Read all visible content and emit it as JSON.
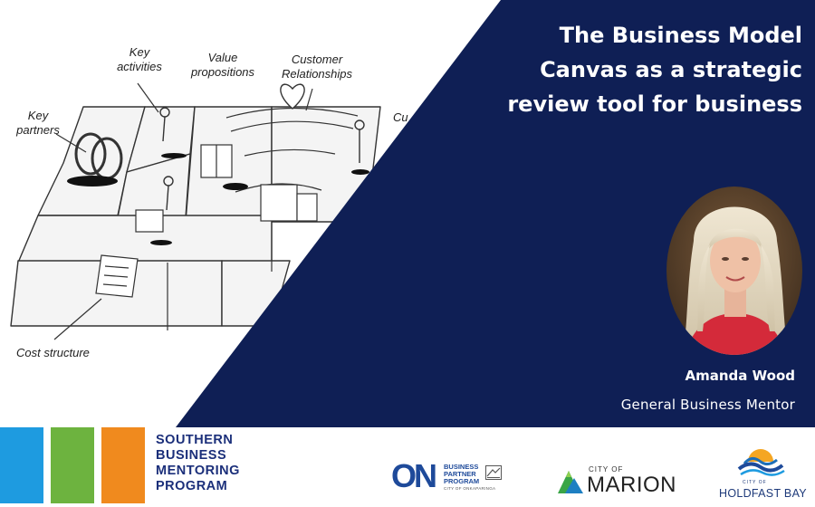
{
  "canvas_labels": {
    "key_activities": [
      "Key",
      "activities"
    ],
    "value_propositions": [
      "Value",
      "propositions"
    ],
    "customer_relationships": [
      "Customer",
      "Relationships"
    ],
    "key_partners": [
      "Key",
      "partners"
    ],
    "cost_structure": "Cost structure",
    "customer_segments_partial": "Cu"
  },
  "title_lines": [
    "The Business Model",
    "Canvas as a strategic",
    "review tool for business"
  ],
  "mentor": {
    "name": "Amanda Wood",
    "role": "General Business Mentor"
  },
  "footer": {
    "program_lines": [
      "SOUTHERN",
      "BUSINESS",
      "MENTORING",
      "PROGRAM"
    ],
    "on_logo": {
      "letters": "ON",
      "lines": [
        "BUSINESS",
        "PARTNER",
        "PROGRAM"
      ],
      "sub": "CITY OF ONKAPARINGA"
    },
    "marion_logo": {
      "city_of": "CITY OF",
      "name": "MARION"
    },
    "holdfast_logo": {
      "city_of": "CITY OF",
      "name": "HOLDFAST BAY"
    }
  },
  "colors": {
    "navy": "#0f1f55",
    "block_blue": "#1e9be0",
    "block_green": "#6db33f",
    "block_orange": "#f08a1e",
    "program_text": "#1b2f7a"
  }
}
